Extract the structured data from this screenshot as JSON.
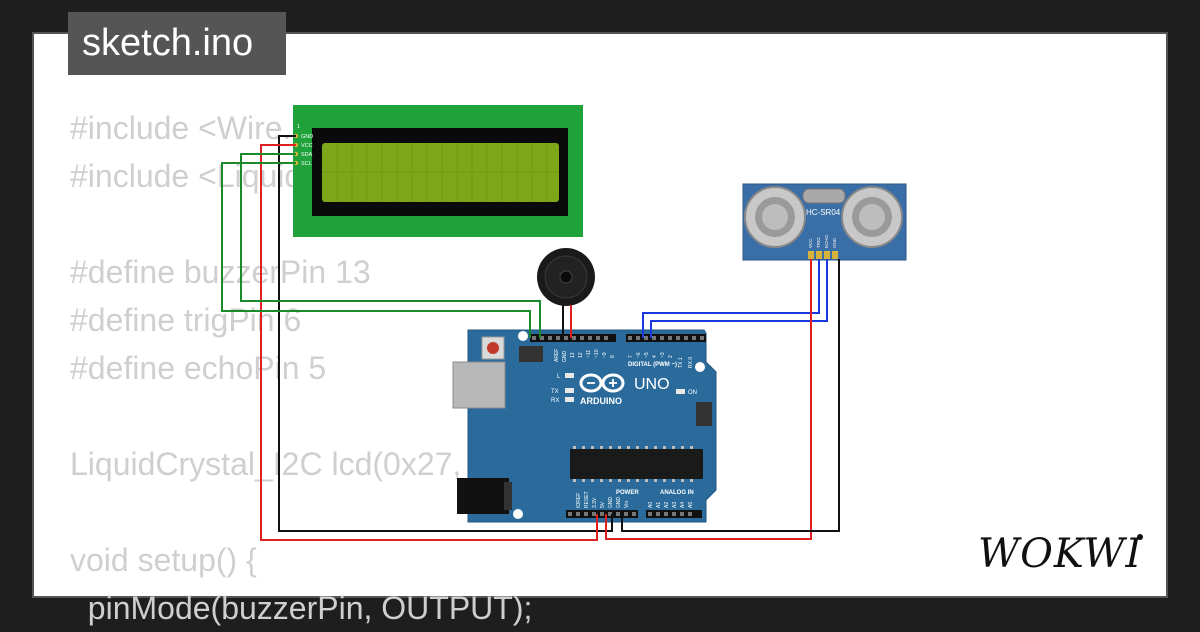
{
  "title": "sketch.ino",
  "code_lines": [
    "#include <Wire.h>",
    "#include <LiquidCrystal_I2C.h>",
    "",
    "#define buzzerPin 13",
    "#define trigPin 6",
    "#define echoPin 5",
    "",
    "LiquidCrystal_I2C lcd(0x27, 16, 2);",
    "",
    "void setup() {",
    "  pinMode(buzzerPin, OUTPUT);"
  ],
  "lcd": {
    "pin_labels": [
      "GND",
      "VCC",
      "SDA",
      "SCL"
    ],
    "background_color": "#1fa23a",
    "screen_color": "#7da719"
  },
  "sensor": {
    "label": "HC-SR04",
    "pin_labels": [
      "VCC",
      "TRIG",
      "ECHO",
      "GND"
    ],
    "board_color": "#3a6ea6"
  },
  "arduino": {
    "model": "UNO",
    "brand": "ARDUINO",
    "digital_header_label": "DIGITAL (PWM ~)",
    "power_label": "POWER",
    "analog_label": "ANALOG IN",
    "on_label": "ON",
    "l_label": "L",
    "tx_label": "TX",
    "rx_label": "RX",
    "aref_label": "AREF",
    "gnd_label": "GND",
    "top_pin_numbers": [
      "13",
      "12",
      "~11",
      "~10",
      "~9",
      "8",
      "7",
      "~6",
      "~5",
      "4",
      "~3",
      "2",
      "TX 1",
      "RX 0"
    ],
    "power_pins": [
      "IOREF",
      "RESET",
      "3.3V",
      "5V",
      "GND",
      "GND",
      "Vin"
    ],
    "analog_pins": [
      "A0",
      "A1",
      "A2",
      "A3",
      "A4",
      "A5"
    ],
    "board_color": "#2a6b9c"
  },
  "brand_logo": "WOKWI",
  "colors": {
    "wire_red": "#e02020",
    "wire_black": "#111111",
    "wire_green": "#1a8a2a",
    "wire_blue": "#1a3ae0",
    "code_text": "#cfcfcf",
    "badge_bg": "#555555"
  }
}
